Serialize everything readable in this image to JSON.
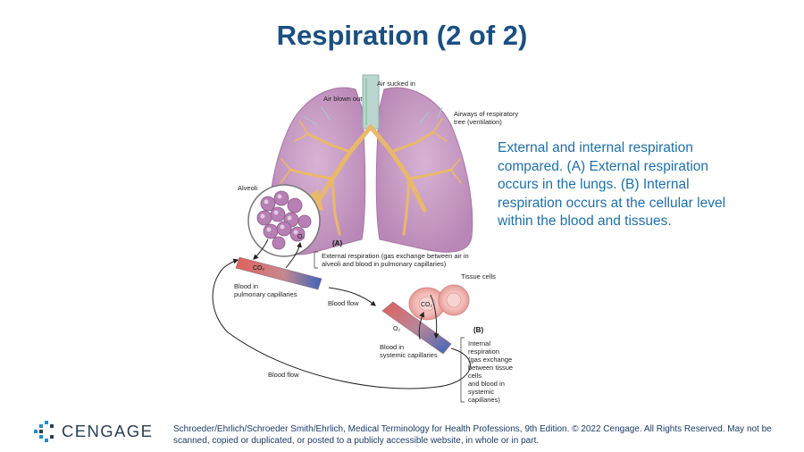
{
  "slide": {
    "title": "Respiration (2 of 2)",
    "caption": "External and internal respiration compared. (A) External respiration occurs in the lungs. (B) Internal respiration occurs at the cellular level within the blood and tissues."
  },
  "diagram": {
    "labels": {
      "air_sucked_in": "Air sucked in",
      "air_blown_out": "Air blown out",
      "airways_line1": "Airways of respiratory",
      "airways_line2": "tree (ventilation)",
      "alveoli": "Alveoli",
      "panel_a": "(A)",
      "external_line1": "External respiration (gas exchange between air in",
      "external_line2": "alveoli and blood in pulmonary capillaries)",
      "co2": "CO₂",
      "o2": "O₂",
      "blood_in_pulm_line1": "Blood in",
      "blood_in_pulm_line2": "pulmonary capillaries",
      "blood_flow_1": "Blood flow",
      "tissue_cells": "Tissue cells",
      "panel_b": "(B)",
      "blood_in_sys_line1": "Blood in",
      "blood_in_sys_line2": "systemic capillaries",
      "internal_lines": [
        "Internal",
        "respiration",
        "(gas exchange",
        "between tissue",
        "cells",
        "and blood in",
        "systemic",
        "capillaries)"
      ],
      "blood_flow_2": "Blood flow"
    }
  },
  "footer": {
    "logo_text": "CENGAGE",
    "credit_line1": "Schroeder/Ehrlich/Schroeder Smith/Ehrlich, Medical Terminology for Health Professions, 9th Edition. © 2022 Cengage. All Rights Reserved. May not be",
    "credit_line2": "scanned, copied or duplicated, or posted to a publicly accessible website, in whole or in part."
  },
  "colors": {
    "title": "#1b4f80",
    "caption": "#1f6fa8",
    "lung": "#c89ac4",
    "alveoli": "#b77fb3",
    "bronchi": "#e8b96a",
    "oxygenated_blood": "#d9534f",
    "deoxygenated_blood": "#4a6fbf",
    "tissue_cell": "#f3b8b5",
    "logo_accent": "#1f8fcf"
  }
}
